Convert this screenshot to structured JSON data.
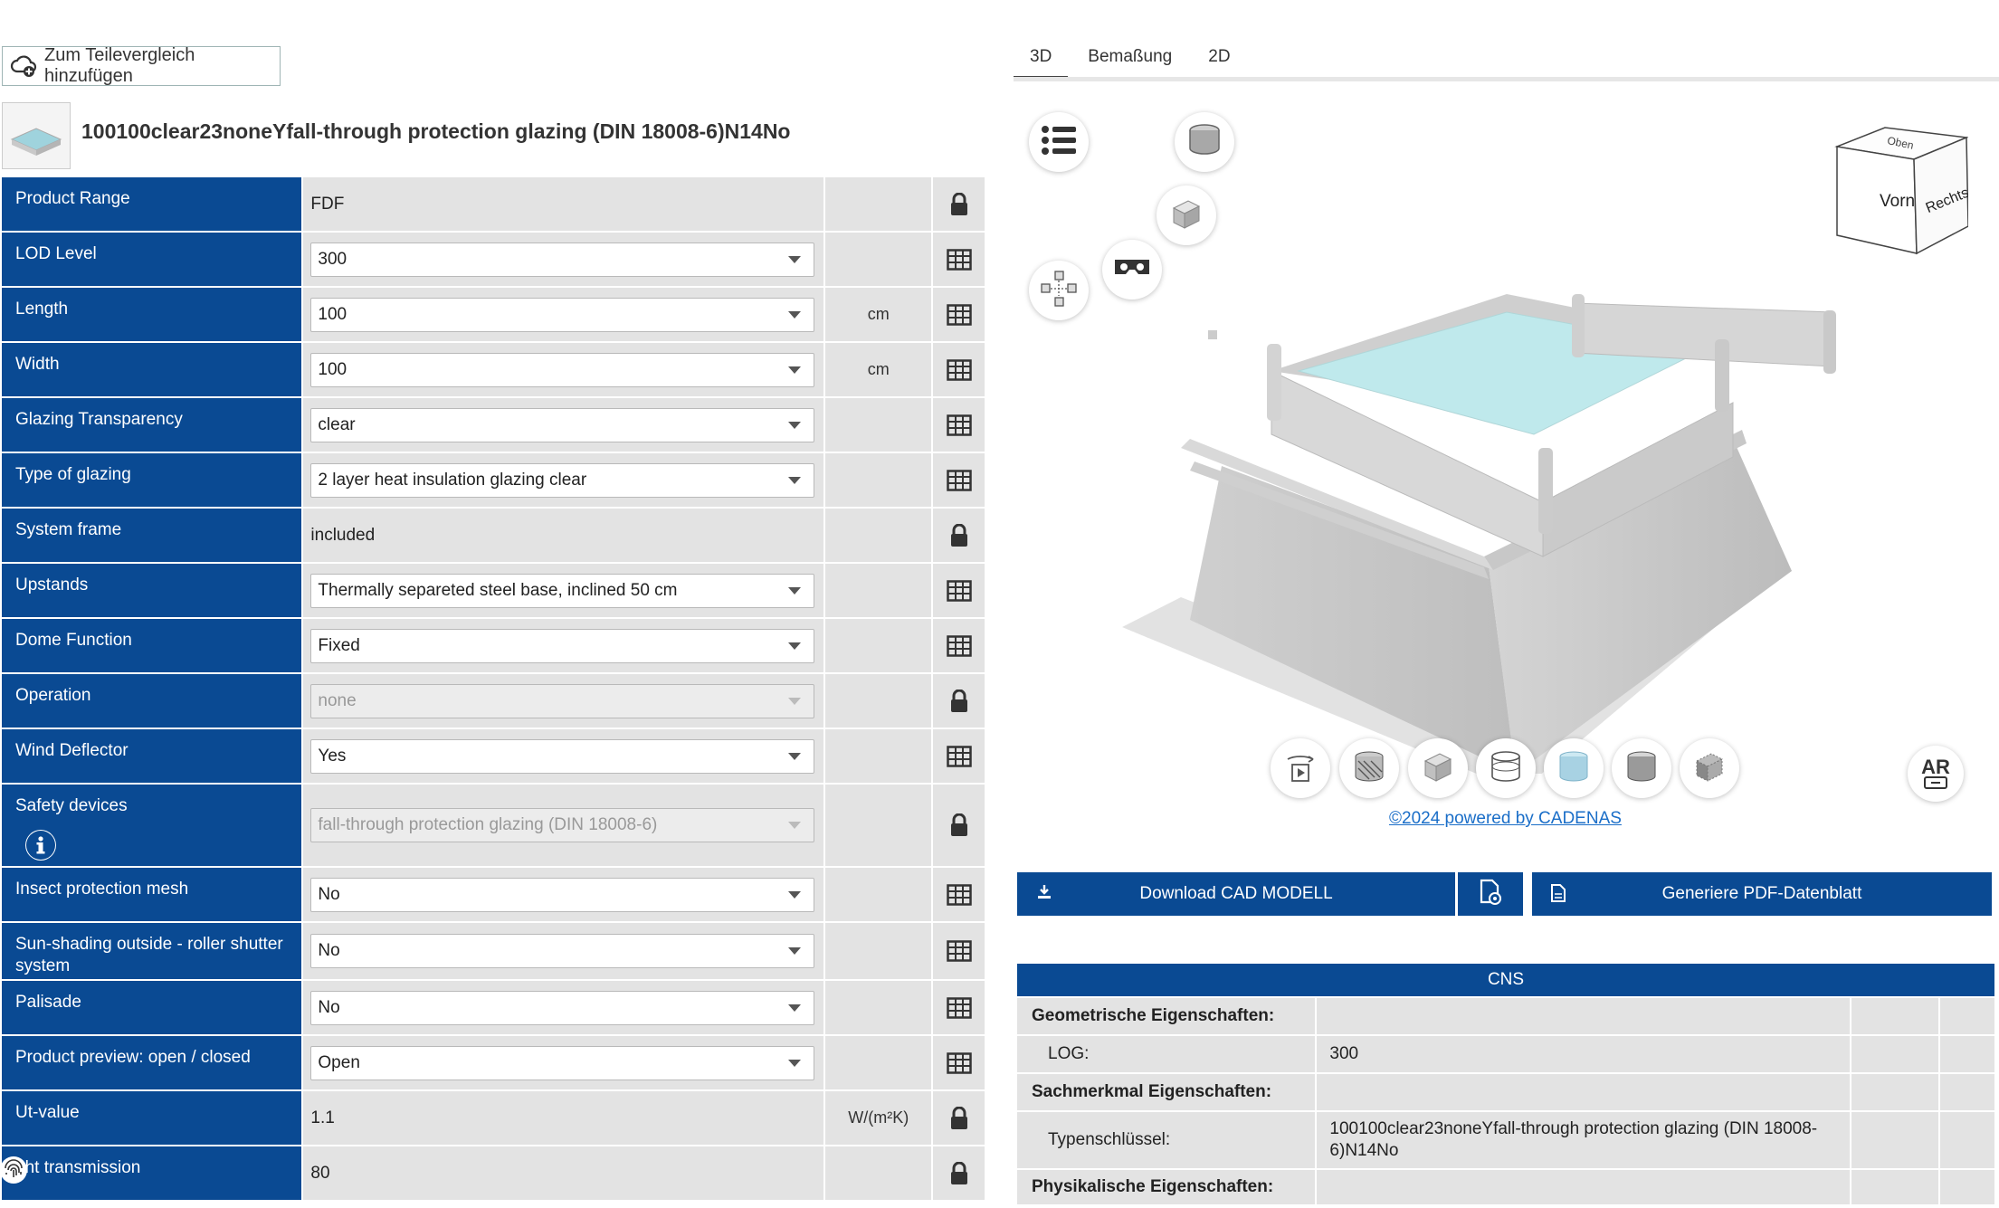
{
  "compare_button": {
    "label": "Zum Teilevergleich hinzufügen"
  },
  "product": {
    "title": "100100clear23noneYfall-through protection glazing (DIN 18008-6)N14No"
  },
  "params": [
    {
      "label": "Product Range",
      "type": "static",
      "value": "FDF",
      "unit": "",
      "icon": "lock"
    },
    {
      "label": "LOD Level",
      "type": "dropdown",
      "value": "300",
      "unit": "",
      "icon": "table"
    },
    {
      "label": "Length",
      "type": "dropdown",
      "value": "100",
      "unit": "cm",
      "icon": "table"
    },
    {
      "label": "Width",
      "type": "dropdown",
      "value": "100",
      "unit": "cm",
      "icon": "table"
    },
    {
      "label": "Glazing Transparency",
      "type": "dropdown",
      "value": "clear",
      "unit": "",
      "icon": "table"
    },
    {
      "label": "Type of glazing",
      "type": "dropdown",
      "value": "2 layer heat insulation glazing clear",
      "unit": "",
      "icon": "table"
    },
    {
      "label": "System frame",
      "type": "static",
      "value": "included",
      "unit": "",
      "icon": "lock"
    },
    {
      "label": "Upstands",
      "type": "dropdown",
      "value": "Thermally separeted steel base, inclined 50 cm",
      "unit": "",
      "icon": "table"
    },
    {
      "label": "Dome Function",
      "type": "dropdown",
      "value": "Fixed",
      "unit": "",
      "icon": "table"
    },
    {
      "label": "Operation",
      "type": "disabled",
      "value": "none",
      "unit": "",
      "icon": "lock"
    },
    {
      "label": "Wind Deflector",
      "type": "dropdown",
      "value": "Yes",
      "unit": "",
      "icon": "table"
    },
    {
      "label": "Safety devices",
      "type": "disabled",
      "value": "fall-through protection glazing (DIN 18008-6)",
      "unit": "",
      "icon": "lock"
    },
    {
      "label": "Insect protection mesh",
      "type": "dropdown",
      "value": "No",
      "unit": "",
      "icon": "table"
    },
    {
      "label": "Sun-shading outside - roller shutter system",
      "type": "dropdown",
      "value": "No",
      "unit": "",
      "icon": "table"
    },
    {
      "label": "Palisade",
      "type": "dropdown",
      "value": "No",
      "unit": "",
      "icon": "table"
    },
    {
      "label": "Product preview: open / closed",
      "type": "dropdown",
      "value": "Open",
      "unit": "",
      "icon": "table"
    },
    {
      "label": "Ut-value",
      "type": "static",
      "value": "1.1",
      "unit": "W/(m²K)",
      "icon": "lock"
    },
    {
      "label": "ght transmission",
      "type": "static",
      "value": "80",
      "unit": "",
      "icon": "lock"
    }
  ],
  "viewer": {
    "tabs": [
      "3D",
      "Bemaßung",
      "2D"
    ],
    "active_tab": "3D",
    "viewcube": {
      "front": "Vorn",
      "right": "Rechts",
      "top": "Oben"
    },
    "ar_label": "AR",
    "copyright": "©2024 powered by CADENAS"
  },
  "actions": {
    "download": "Download CAD MODELL",
    "pdf": "Generiere PDF-Datenblatt"
  },
  "cns": {
    "header": "CNS",
    "rows": [
      {
        "kind": "section",
        "label": "Geometrische Eigenschaften:",
        "value": ""
      },
      {
        "kind": "sub",
        "label": "LOG:",
        "value": "300"
      },
      {
        "kind": "section",
        "label": "Sachmerkmal Eigenschaften:",
        "value": ""
      },
      {
        "kind": "sub",
        "label": "Typenschlüssel:",
        "value": "100100clear23noneYfall-through protection glazing (DIN 18008-6)N14No"
      },
      {
        "kind": "section",
        "label": "Physikalische Eigenschaften:",
        "value": ""
      }
    ]
  },
  "colors": {
    "primary": "#0a4a93",
    "cell_bg": "#e3e3e3",
    "link": "#1a6ec8"
  }
}
